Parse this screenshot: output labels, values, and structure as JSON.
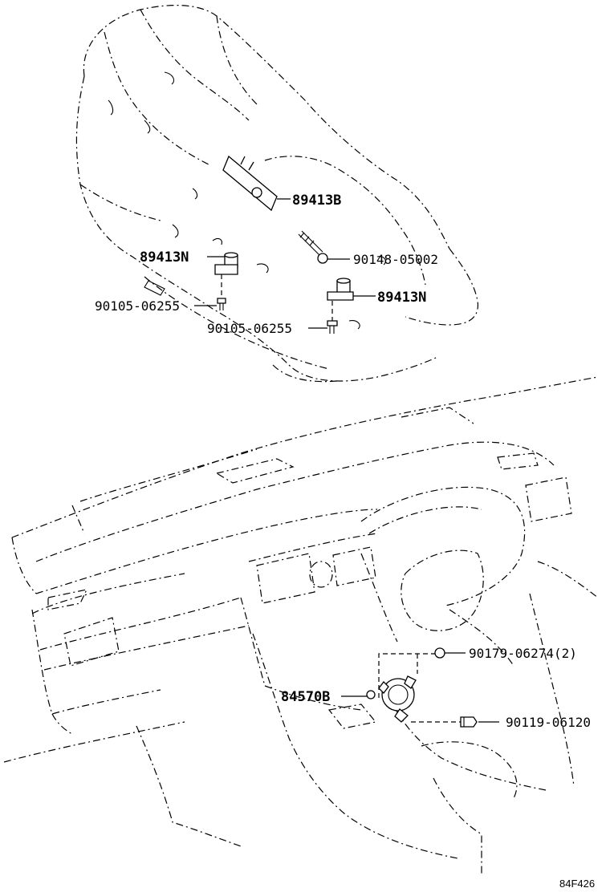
{
  "callouts": {
    "p89413B": "89413B",
    "p89413N_left": "89413N",
    "p90148": "90148-05002",
    "p89413N_right": "89413N",
    "p90105_left": "90105-06255",
    "p90105_right": "90105-06255",
    "p90179": "90179-06274(2)",
    "p84570B": "84570B",
    "p90119": "90119-06120"
  },
  "figure_ref": "84F426"
}
